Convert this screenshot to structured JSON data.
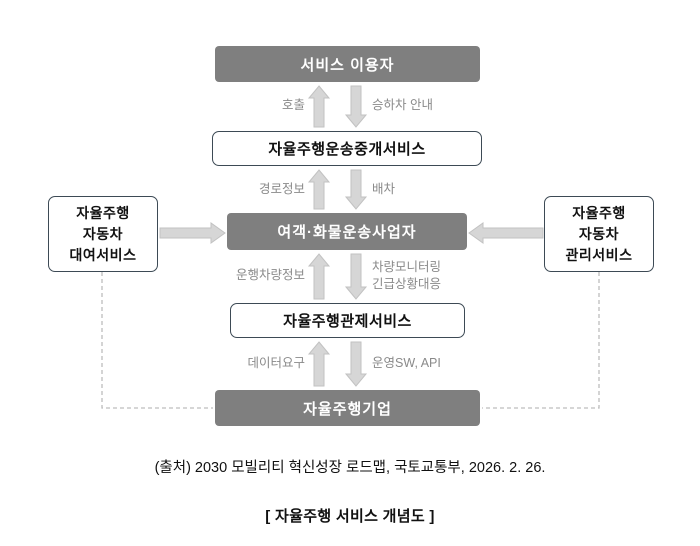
{
  "diagram": {
    "nodes": {
      "service_user": {
        "label": "서비스 이용자"
      },
      "brokerage": {
        "label": "자율주행운송중개서비스"
      },
      "operator": {
        "label": "여객·화물운송사업자"
      },
      "rental": {
        "label": "자율주행\n자동차\n대여서비스"
      },
      "management": {
        "label": "자율주행\n자동차\n관리서비스"
      },
      "control": {
        "label": "자율주행관제서비스"
      },
      "company": {
        "label": "자율주행기업"
      }
    },
    "edge_labels": {
      "call": "호출",
      "board_guide": "승하차 안내",
      "route_info": "경로정보",
      "dispatch": "배차",
      "vehicle_info": "운행차량정보",
      "monitoring": "차량모니터링\n긴급상황대응",
      "data_request": "데이터요구",
      "sw_api": "운영SW, API"
    },
    "source": "(출처) 2030 모빌리티 혁신성장 로드맵, 국토교통부, 2026. 2. 26.",
    "caption": "[ 자율주행 서비스 개념도 ]",
    "colors": {
      "node_gray": "#7f7f7f",
      "node_border": "#3d4a55",
      "arrow_fill": "#d6d6d6",
      "arrow_stroke": "#c2c2c2",
      "edge_label_gray": "#8a8a8a",
      "dashed_line": "#bdbdbd"
    }
  }
}
